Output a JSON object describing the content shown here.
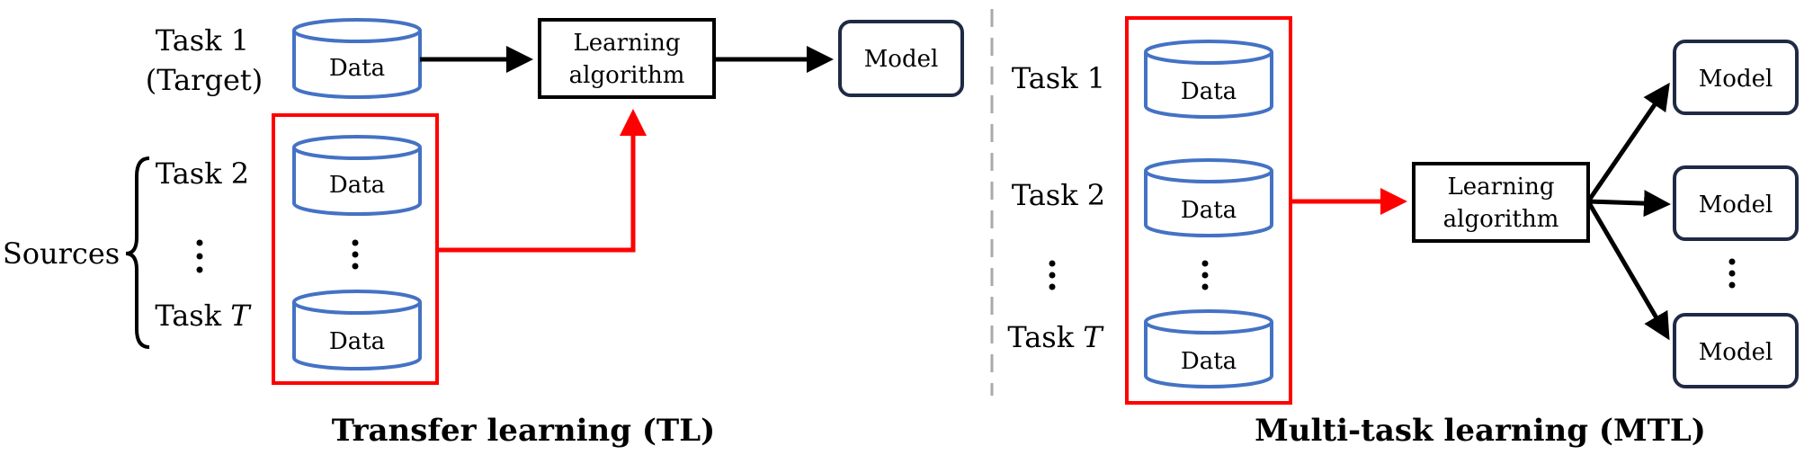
{
  "colors": {
    "data_stroke": "#4472c4",
    "highlight": "#ff0000",
    "arrow": "#000000",
    "divider": "#aaaaaa"
  },
  "tl": {
    "task1_line1": "Task 1",
    "task1_line2": "(Target)",
    "task2": "Task 2",
    "taskT_prefix": "Task",
    "taskT_var": "T",
    "sources": "Sources",
    "data": "Data",
    "learning_line1": "Learning",
    "learning_line2": "algorithm",
    "model": "Model",
    "caption": "Transfer learning (TL)"
  },
  "mtl": {
    "task1": "Task 1",
    "task2": "Task 2",
    "taskT_prefix": "Task",
    "taskT_var": "T",
    "data": "Data",
    "learning_line1": "Learning",
    "learning_line2": "algorithm",
    "model": "Model",
    "caption": "Multi-task learning (MTL)"
  }
}
